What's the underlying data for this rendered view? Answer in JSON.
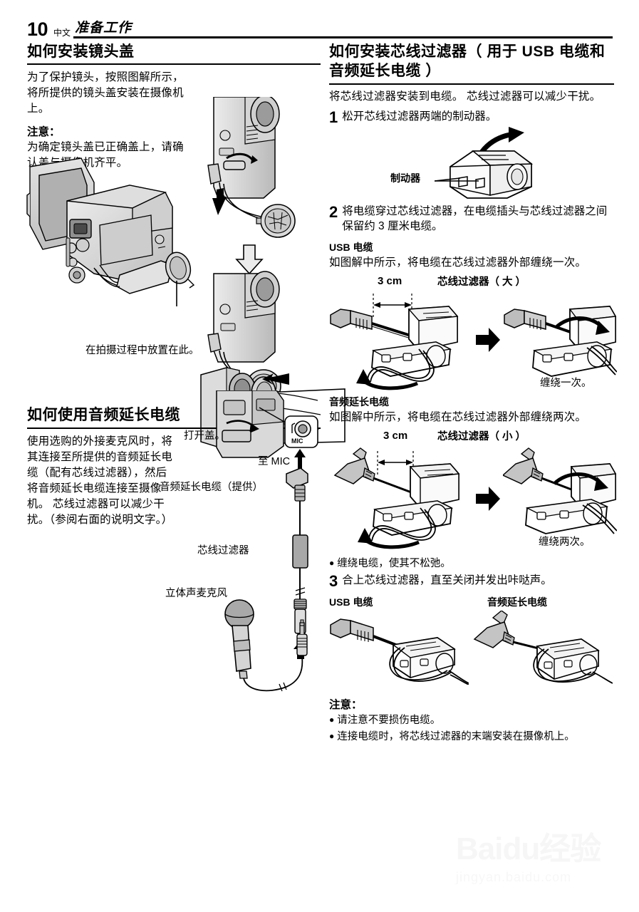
{
  "header": {
    "page_number": "10",
    "language": "中文",
    "section": "准备工作"
  },
  "left_column": {
    "section1": {
      "title": "如何安装镜头盖",
      "paragraph": "为了保护镜头，按照图解所示，将所提供的镜头盖安装在摄像机上。",
      "note_title": "注意：",
      "note_text": "为确定镜头盖已正确盖上，请确认盖与摄像机齐平。",
      "caption_place_here": "在拍摄过程中放置在此。"
    },
    "section2": {
      "title": "如何使用音频延长电缆",
      "paragraph": "使用选购的外接麦克风时，将其连接至所提供的音频延长电缆（配有芯线过滤器），然后将音频延长电缆连接至摄像机。 芯线过滤器可以减少干扰。（参阅右面的说明文字。）",
      "label_open_cover": "打开盖。",
      "label_to_mic": "至 MIC",
      "label_mic_port": "MIC",
      "label_audio_ext_cable": "音频延长电缆（提供）",
      "label_core_filter": "芯线过滤器",
      "label_stereo_mic": "立体声麦克风"
    }
  },
  "right_column": {
    "title": "如何安装芯线过滤器（ 用于 USB 电缆和音频延长电缆 ）",
    "intro": "将芯线过滤器安装到电缆。 芯线过滤器可以减少干扰。",
    "step1": {
      "number": "1",
      "text": "松开芯线过滤器两端的制动器。",
      "label_stopper": "制动器"
    },
    "step2": {
      "number": "2",
      "text": "将电缆穿过芯线过滤器，在电缆插头与芯线过滤器之间保留约 3 厘米电缆。",
      "usb_heading": "USB 电缆",
      "usb_text": "如图解中所示，将电缆在芯线过滤器外部缠绕一次。",
      "usb_dim": "3 cm",
      "usb_core_label": "芯线过滤器（ 大 ）",
      "usb_result": "缠绕一次。",
      "audio_heading": "音频延长电缆",
      "audio_text": "如图解中所示，将电缆在芯线过滤器外部缠绕两次。",
      "audio_dim": "3 cm",
      "audio_core_label": "芯线过滤器（ 小 ）",
      "audio_result": "缠绕两次。",
      "bullet": "缠绕电缆，使其不松弛。"
    },
    "step3": {
      "number": "3",
      "text": "合上芯线过滤器，直至关闭并发出咔哒声。",
      "caption_usb": "USB 电缆",
      "caption_audio": "音频延长电缆"
    },
    "notes": {
      "title": "注意：",
      "items": [
        "请注意不要损伤电缆。",
        "连接电缆时，将芯线过滤器的末端安装在摄像机上。"
      ]
    }
  },
  "watermark": {
    "line1": "Baidu经验",
    "line2": "jingyan.baidu.com"
  },
  "colors": {
    "ink": "#000000",
    "metal_light": "#e6e6e6",
    "metal_mid": "#c9c9c9",
    "metal_dark": "#9a9a9a",
    "screen": "#b8b8b8"
  }
}
